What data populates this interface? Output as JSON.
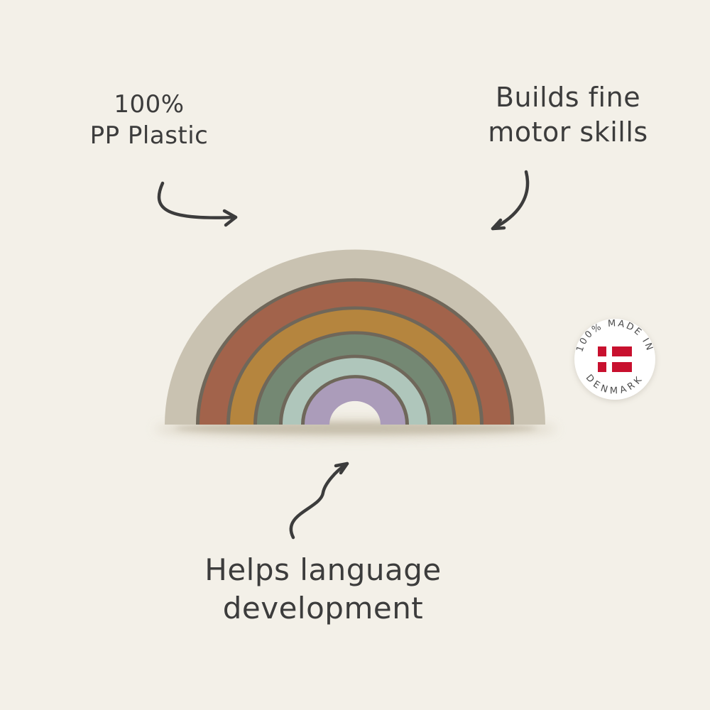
{
  "background_color": "#f3f0e8",
  "ink_color": "#3c3c3c",
  "callouts": {
    "material": {
      "line1": "100%",
      "line2": "PP Plastic"
    },
    "motor_skills": {
      "line1": "Builds fine",
      "line2": "motor skills"
    },
    "language": {
      "line1": "Helps language",
      "line2": "development"
    }
  },
  "badge": {
    "top_text": "100% MADE IN",
    "bottom_text": "DENMARK",
    "flag": {
      "name": "denmark-flag",
      "red": "#c8102e",
      "cross": "#ffffff"
    }
  },
  "product": {
    "name": "stacking rainbow toy",
    "seam_color": "#6f675a",
    "arches": [
      {
        "name": "arch-1-beige",
        "color": "#c9c2b1"
      },
      {
        "name": "arch-2-rust",
        "color": "#a2634b"
      },
      {
        "name": "arch-3-mustard",
        "color": "#b5853e"
      },
      {
        "name": "arch-4-sage",
        "color": "#748873"
      },
      {
        "name": "arch-5-mint",
        "color": "#afc6bb"
      },
      {
        "name": "arch-6-lavender",
        "color": "#ab9cba"
      }
    ]
  }
}
